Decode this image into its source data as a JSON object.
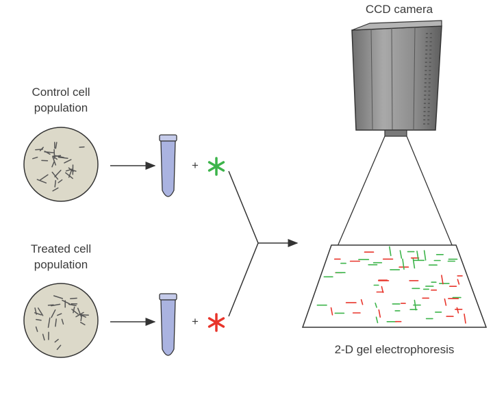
{
  "labels": {
    "camera": "CCD camera",
    "control_line1": "Control cell",
    "control_line2": "population",
    "treated_line1": "Treated cell",
    "treated_line2": "population",
    "plus": "+",
    "gel": "2-D gel electrophoresis"
  },
  "colors": {
    "dish_fill": "#dcd9c9",
    "tube_fill": "#aab3e0",
    "green_dye": "#3cb44a",
    "red_dye": "#e8342a",
    "camera_body": "#8f8f8f",
    "line": "#333333"
  },
  "icons": {
    "control_dye": "asterisk-icon",
    "treated_dye": "asterisk-icon",
    "camera": "camera-icon"
  }
}
